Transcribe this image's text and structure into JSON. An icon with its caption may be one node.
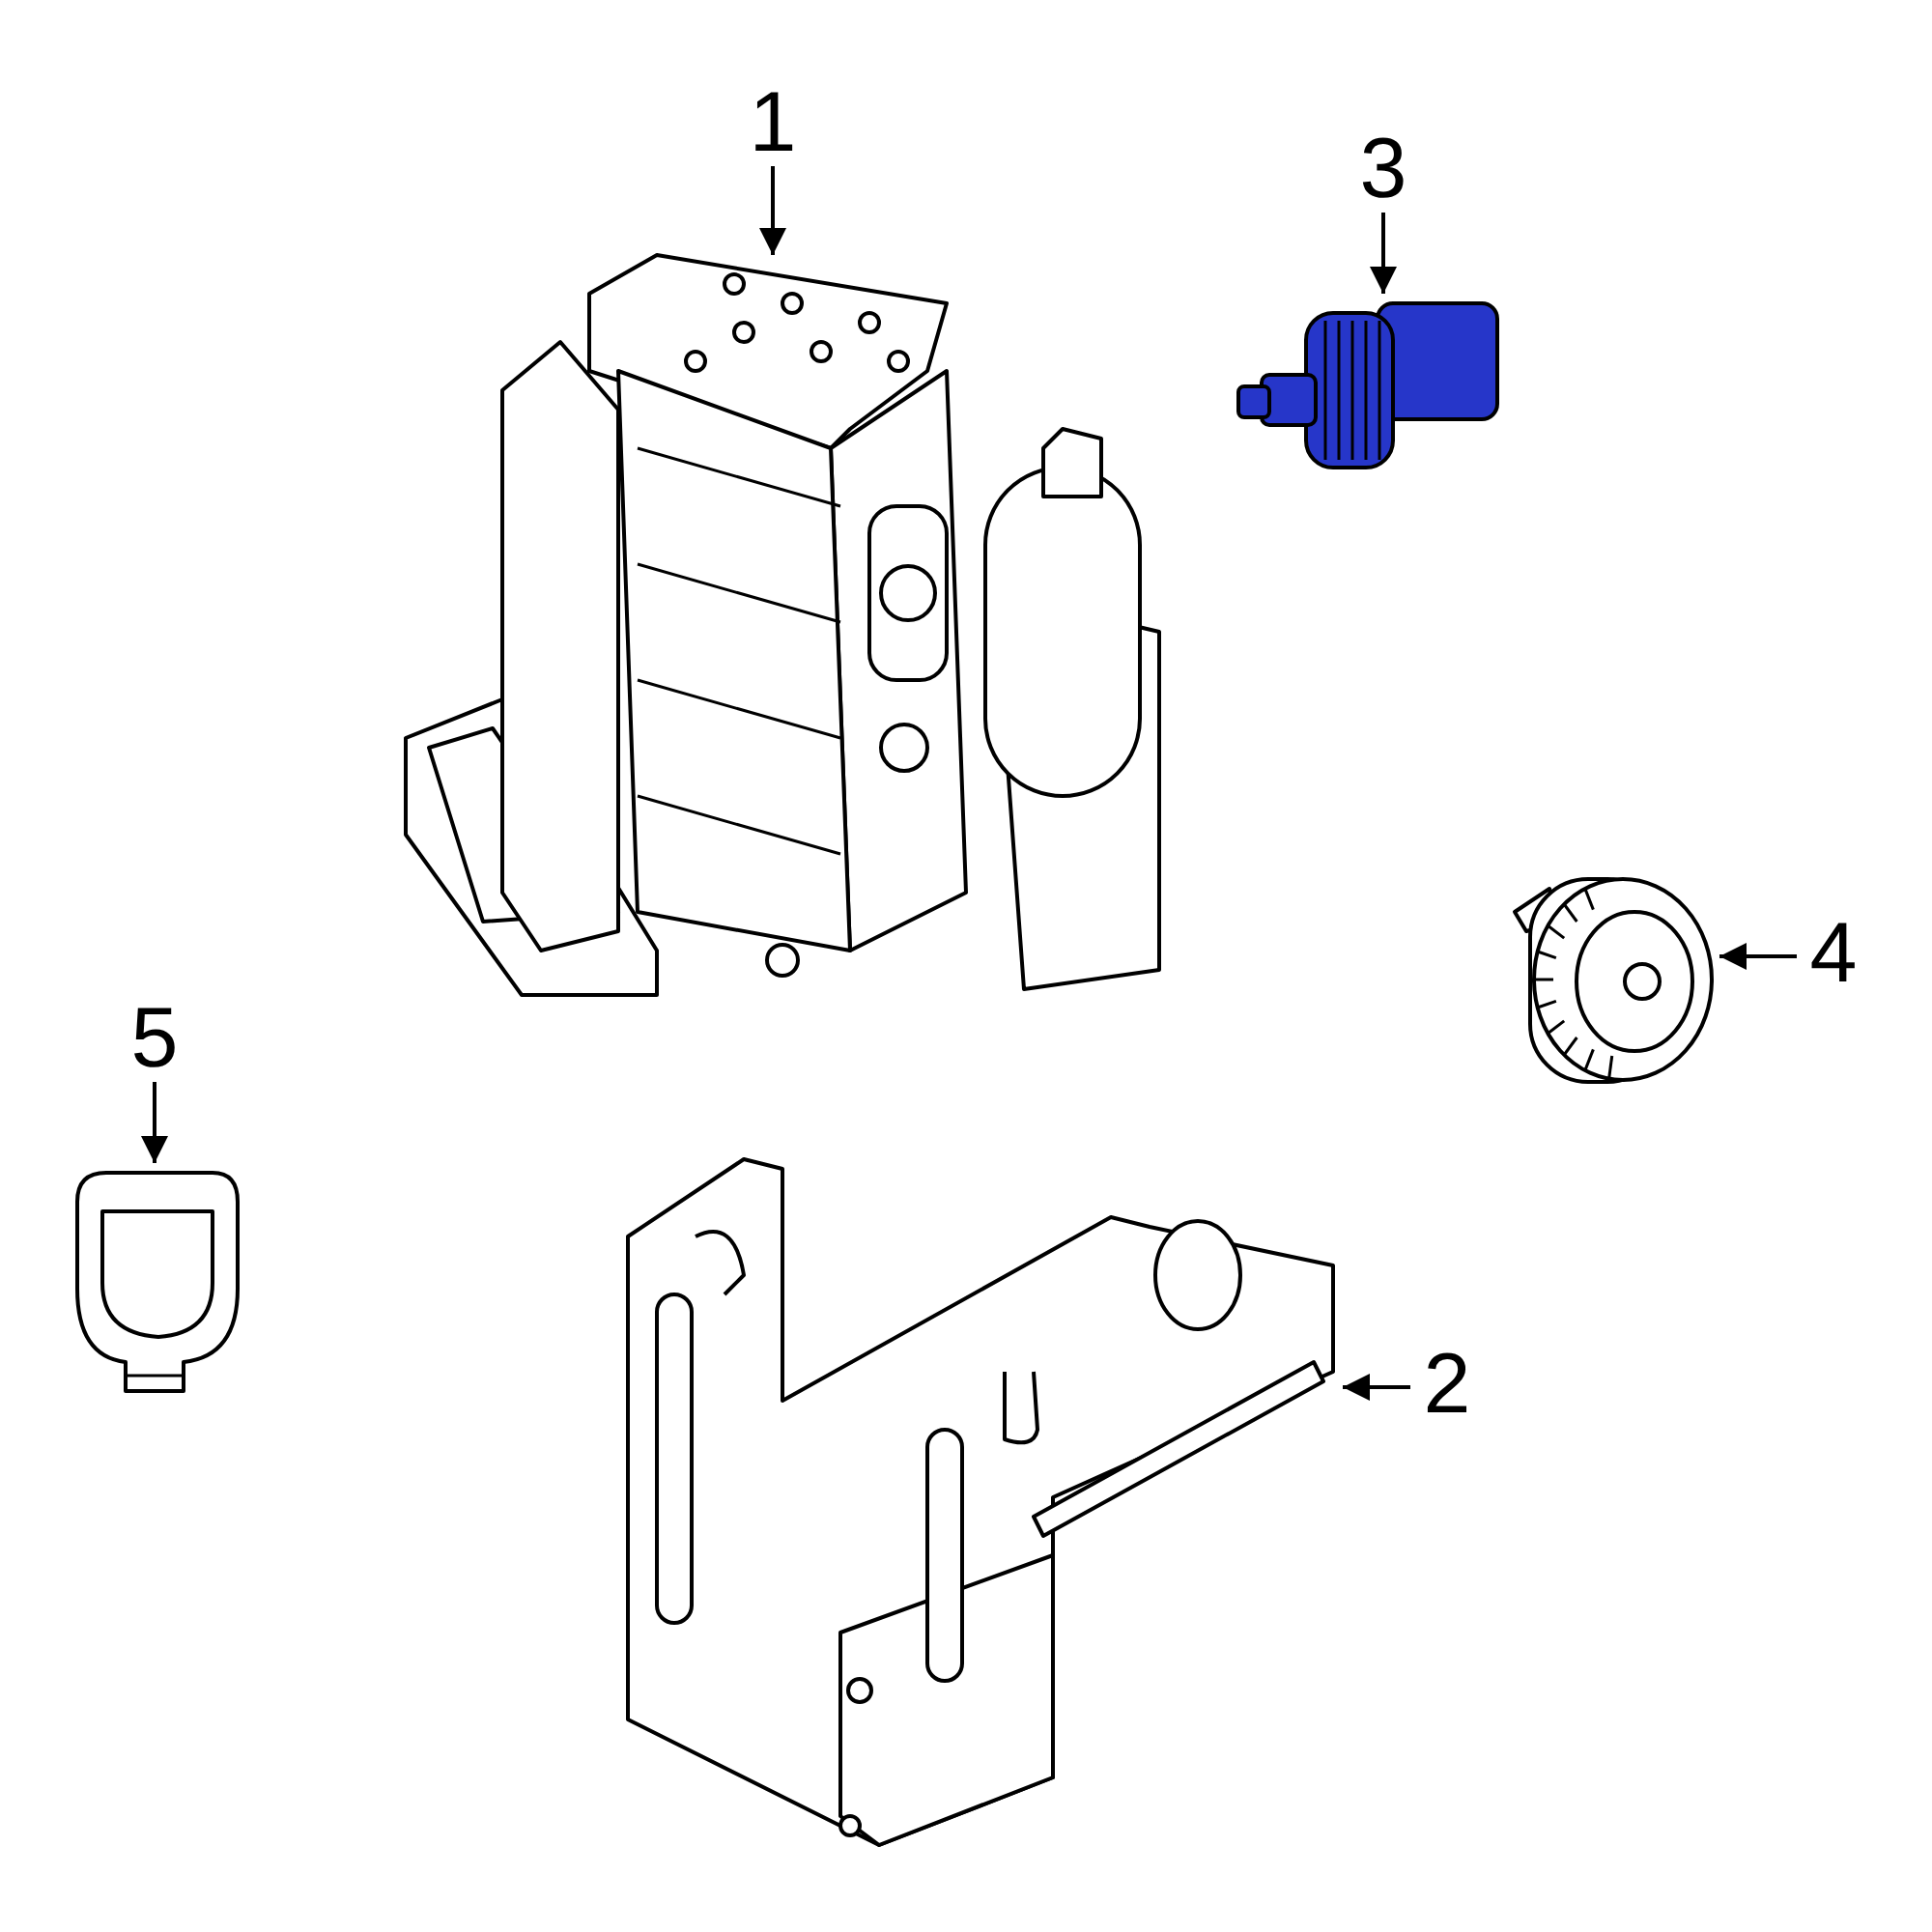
{
  "diagram": {
    "nodes": [
      {
        "text": [
          "1"
        ]
      },
      {
        "text": [],
        "shape": "picture"
      },
      {
        "text": [
          "3"
        ]
      },
      {
        "text": [],
        "shape": "picture"
      },
      {
        "text": [
          "4"
        ]
      },
      {
        "text": [],
        "shape": "picture"
      },
      {
        "text": [
          "5"
        ]
      },
      {
        "text": [],
        "shape": "picture"
      },
      {
        "text": [
          "2"
        ]
      },
      {
        "text": [],
        "shape": "picture"
      }
    ],
    "edges": [
      {
        "from": 0,
        "to": 1,
        "arrow": "to"
      },
      {
        "from": 2,
        "to": 3,
        "arrow": "to"
      },
      {
        "from": 4,
        "to": 5,
        "arrow": "to"
      },
      {
        "from": 6,
        "to": 7,
        "arrow": "to"
      },
      {
        "from": 8,
        "to": 9,
        "arrow": "to"
      }
    ]
  }
}
